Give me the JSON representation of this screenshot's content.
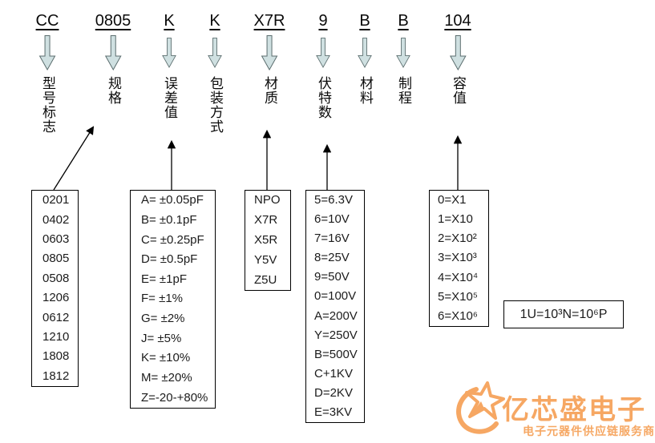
{
  "diagram": {
    "part_number_columns": [
      {
        "code": "CC",
        "label": "型号标志"
      },
      {
        "code": "0805",
        "label": "规格"
      },
      {
        "code": "K",
        "label": "误差值"
      },
      {
        "code": "K",
        "label": "包装方式"
      },
      {
        "code": "X7R",
        "label": "材质"
      },
      {
        "code": "9",
        "label": "伏特数"
      },
      {
        "code": "B",
        "label": "材料"
      },
      {
        "code": "B",
        "label": "制程"
      },
      {
        "code": "104",
        "label": "容值"
      }
    ],
    "boxes": {
      "size_codes": [
        "0201",
        "0402",
        "0603",
        "0805",
        "0508",
        "1206",
        "0612",
        "1210",
        "1808",
        "1812"
      ],
      "tolerance_codes": [
        "A= ±0.05pF",
        "B= ±0.1pF",
        "C= ±0.25pF",
        "D= ±0.5pF",
        "E= ±1pF",
        "F= ±1%",
        "G= ±2%",
        "J= ±5%",
        "K= ±10%",
        "M= ±20%",
        "Z=-20-+80%"
      ],
      "material_codes": [
        "NPO",
        "X7R",
        "X5R",
        "Y5V",
        "Z5U"
      ],
      "voltage_codes": [
        "5=6.3V",
        "6=10V",
        "7=16V",
        "8=25V",
        "9=50V",
        "0=100V",
        "A=200V",
        "Y=250V",
        "B=500V",
        "C+1KV",
        "D=2KV",
        "E=3KV"
      ],
      "multiplier_codes": [
        "0=X1",
        "1=X10",
        "2=X10²",
        "3=X10³",
        "4=X10⁴",
        "5=X10⁵",
        "6=X10⁶"
      ],
      "unit_formula": "1U=10³N=10⁶P"
    },
    "watermark": {
      "brand": "亿芯盛电子",
      "tagline": "电子元器件供应链服务商"
    },
    "icons": {
      "down_arrow": "block-down-arrow-icon",
      "thin_arrow": "thin-pointer-arrow-icon",
      "star": "comet-star-logo-icon"
    }
  },
  "colors": {
    "arrow_fill": "#cfe0e1",
    "arrow_stroke": "#5b6d6e",
    "line": "#000000",
    "watermark": "#f6a763"
  }
}
